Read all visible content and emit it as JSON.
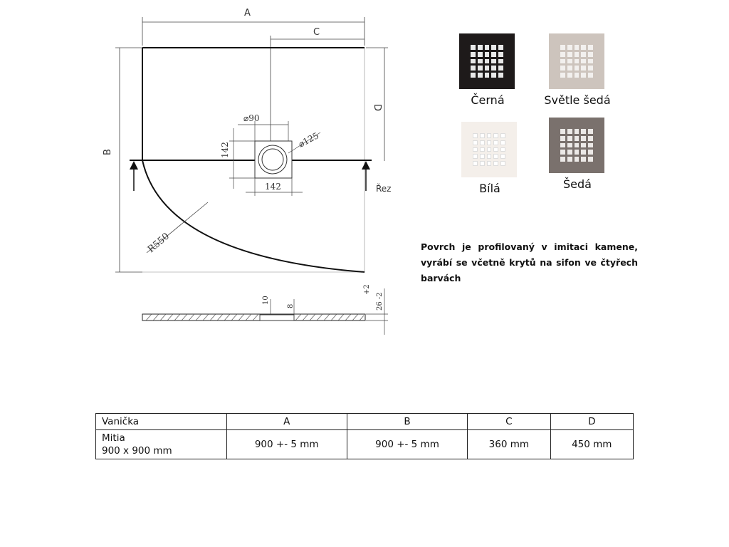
{
  "drawing": {
    "dim_a": "A",
    "dim_b": "B",
    "dim_c": "C",
    "dim_d": "D",
    "drain_diameter": "⌀90",
    "drain_outer_diameter": "⌀125",
    "drain_box_h": "142",
    "drain_box_w": "142",
    "radius": "R550",
    "section_label": "Řez",
    "profile_10": "10",
    "profile_8": "8",
    "profile_tol": "+2",
    "profile_thickness": "26 -2"
  },
  "swatches": [
    {
      "name": "Černá",
      "color": "#1e1a1a",
      "hole": "#e8e8e8"
    },
    {
      "name": "Světle šedá",
      "color": "#cdc4bd",
      "hole": "#f2f0ee"
    },
    {
      "name": "Bílá",
      "color": "#f4efea",
      "hole": "#ffffff"
    },
    {
      "name": "Šedá",
      "color": "#7a716d",
      "hole": "#ece9e7"
    }
  ],
  "description": "Povrch je profilovaný v imitaci kamene, vyrábí se včetně krytů na sifon ve čtyřech barvách",
  "table": {
    "headers": [
      "Vanička",
      "A",
      "B",
      "C",
      "D"
    ],
    "row": {
      "model_name": "Mitia",
      "model_size": "900 x 900 mm",
      "a": "900 +- 5 mm",
      "b": "900 +- 5 mm",
      "c": "360 mm",
      "d": "450 mm"
    }
  }
}
